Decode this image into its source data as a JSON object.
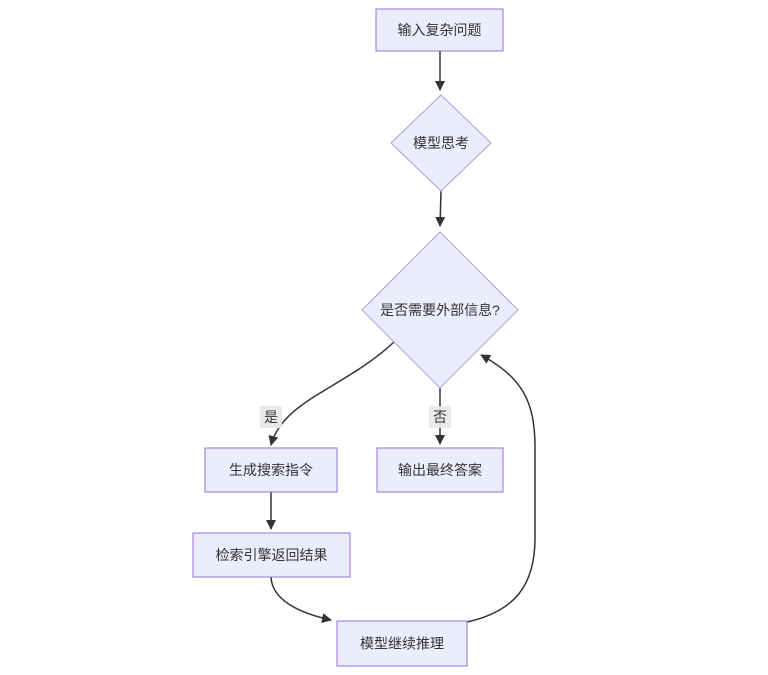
{
  "diagram": {
    "type": "flowchart",
    "direction": "top-down",
    "nodes": [
      {
        "id": "A",
        "shape": "rect",
        "label": "输入复杂问题"
      },
      {
        "id": "B",
        "shape": "diamond",
        "label": "模型思考"
      },
      {
        "id": "C",
        "shape": "diamond",
        "label": "是否需要外部信息?"
      },
      {
        "id": "D",
        "shape": "rect",
        "label": "生成搜索指令"
      },
      {
        "id": "E",
        "shape": "rect",
        "label": "输出最终答案"
      },
      {
        "id": "F",
        "shape": "rect",
        "label": "检索引擎返回结果"
      },
      {
        "id": "G",
        "shape": "rect",
        "label": "模型继续推理"
      }
    ],
    "edges": [
      {
        "from": "A",
        "to": "B",
        "label": ""
      },
      {
        "from": "B",
        "to": "C",
        "label": ""
      },
      {
        "from": "C",
        "to": "D",
        "label": "是"
      },
      {
        "from": "C",
        "to": "E",
        "label": "否"
      },
      {
        "from": "D",
        "to": "F",
        "label": ""
      },
      {
        "from": "F",
        "to": "G",
        "label": ""
      },
      {
        "from": "G",
        "to": "C",
        "label": ""
      }
    ],
    "colors": {
      "node_fill": "#ECECFF",
      "node_border": "#9370DB",
      "edge_stroke": "#333333",
      "text": "#333333",
      "edge_label_bg": "#e8e8e8",
      "background": "#ffffff"
    }
  }
}
